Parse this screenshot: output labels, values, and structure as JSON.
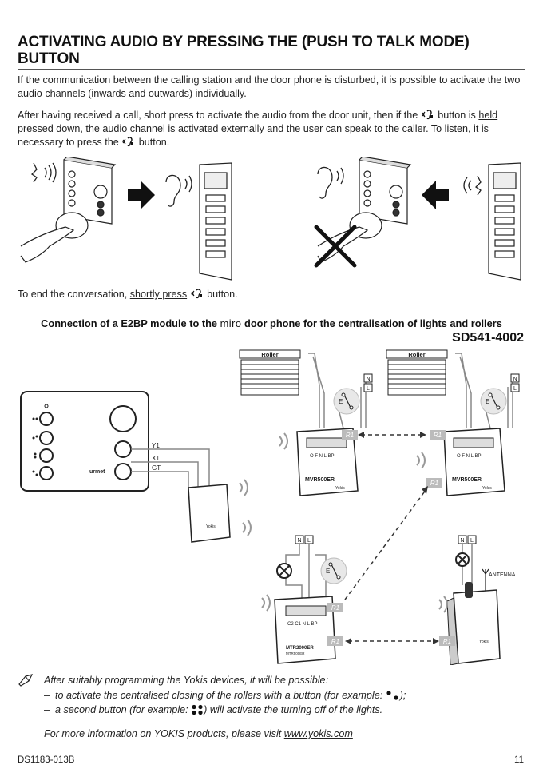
{
  "heading": {
    "title": "ACTIVATING AUDIO BY PRESSING THE (PUSH TO TALK MODE) BUTTON"
  },
  "intro": {
    "text": "If the communication between the calling station and the door phone is disturbed, it is possible to activate the two audio channels (inwards and outwards) individually."
  },
  "instructions": {
    "part1": "After having received a call, short press to activate the audio from the door unit, then if the ",
    "part2": " button is ",
    "held_pressed": "held pressed down",
    "part3": ", the audio channel is activated externally and the user can speak to the caller. To listen, it is necessary to press the ",
    "part4": " button."
  },
  "end_conversation": {
    "part1": "To end the conversation, ",
    "shortly_press": "shortly press",
    "part2": " button."
  },
  "connection": {
    "title_part1": "Connection of a ",
    "module": "E2BP",
    "title_part2": " module to the ",
    "brand": "miro",
    "title_part3": " door phone for the centralisation of lights and rollers",
    "model_code": "SD541-4002"
  },
  "diagram": {
    "roller_label": "Roller",
    "n_label": "N",
    "l_label": "L",
    "e_label": "E",
    "module_name": "MVR500ER",
    "module_terminals": "O F N L BP",
    "light_module_name": "MTR2000ER",
    "light_module_sub": "MTR500ER",
    "light_terminals": "C2 C1 N L BP",
    "brand_small": "Yokis",
    "r1_label": "R1",
    "y1_label": "Y1",
    "x1_label": "X1",
    "gt_label": "GT",
    "antenna_label": "ANTENNA",
    "door_brand": "urmet"
  },
  "notes": {
    "intro": "After suitably programming the Yokis devices, it will be possible:",
    "item1_part1": "to activate the centralised closing of the rollers with a button (for example: ",
    "item1_part2": ");",
    "item2_part1": "a second button (for example: ",
    "item2_part2": ") will activate the turning off of the lights.",
    "more_info": "For more information on YOKIS products, please visit ",
    "link": "www.yokis.com",
    "dash": "–"
  },
  "footer": {
    "doc_code": "DS1183-013B",
    "page_number": "11"
  }
}
